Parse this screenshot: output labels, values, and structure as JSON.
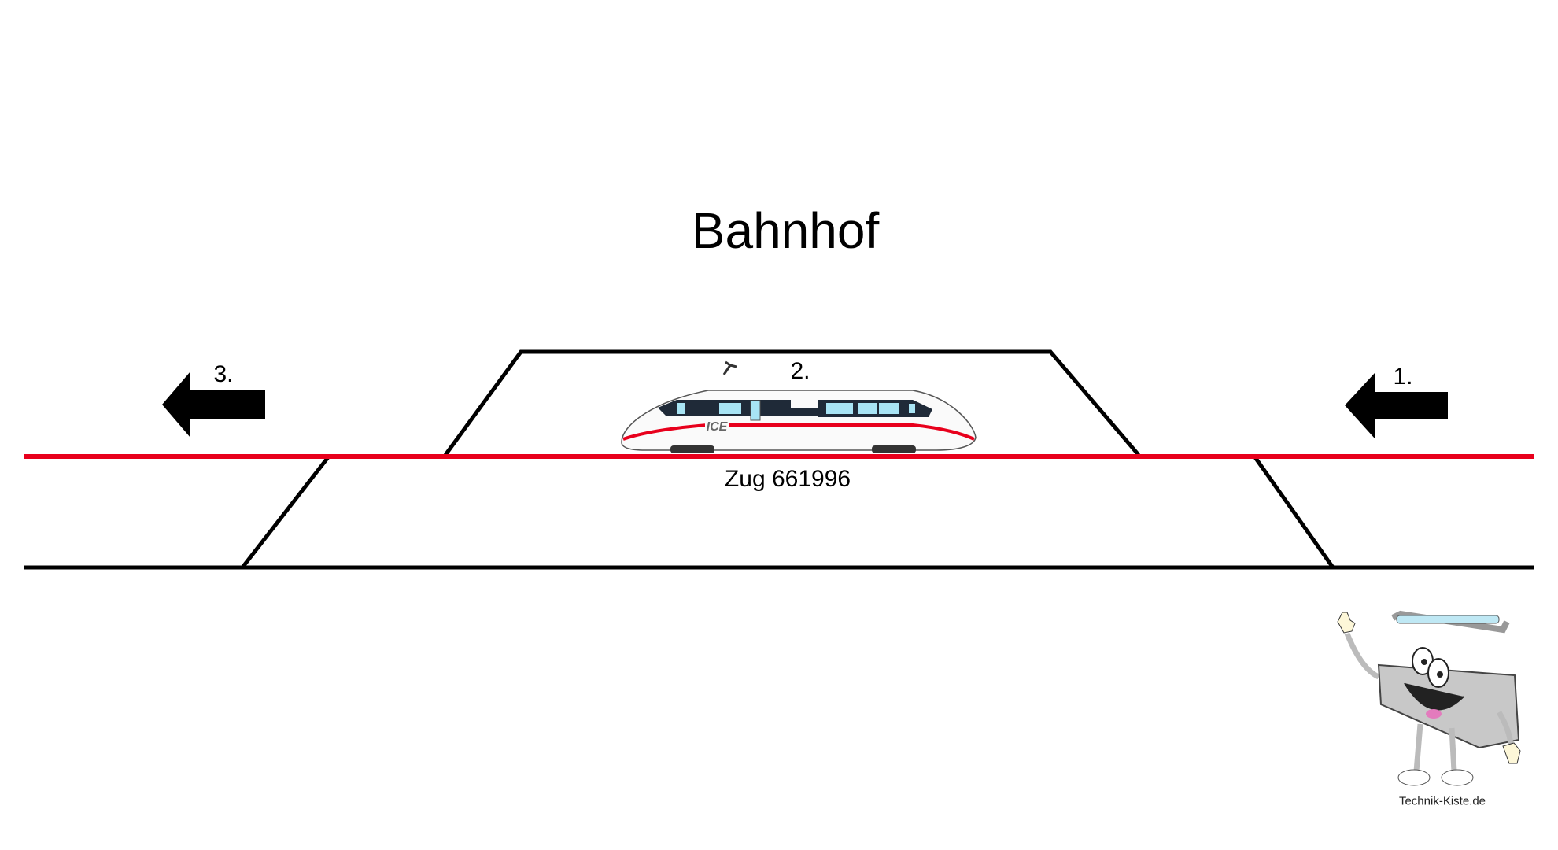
{
  "title": "Bahnhof",
  "steps": {
    "one": "1.",
    "two": "2.",
    "three": "3."
  },
  "train": {
    "label": "Zug 661996",
    "logo": "ICE"
  },
  "footer": {
    "site": "Technik-Kiste.de"
  },
  "colors": {
    "track_main": "#e8001c",
    "track": "#000000",
    "arrow": "#000000"
  }
}
